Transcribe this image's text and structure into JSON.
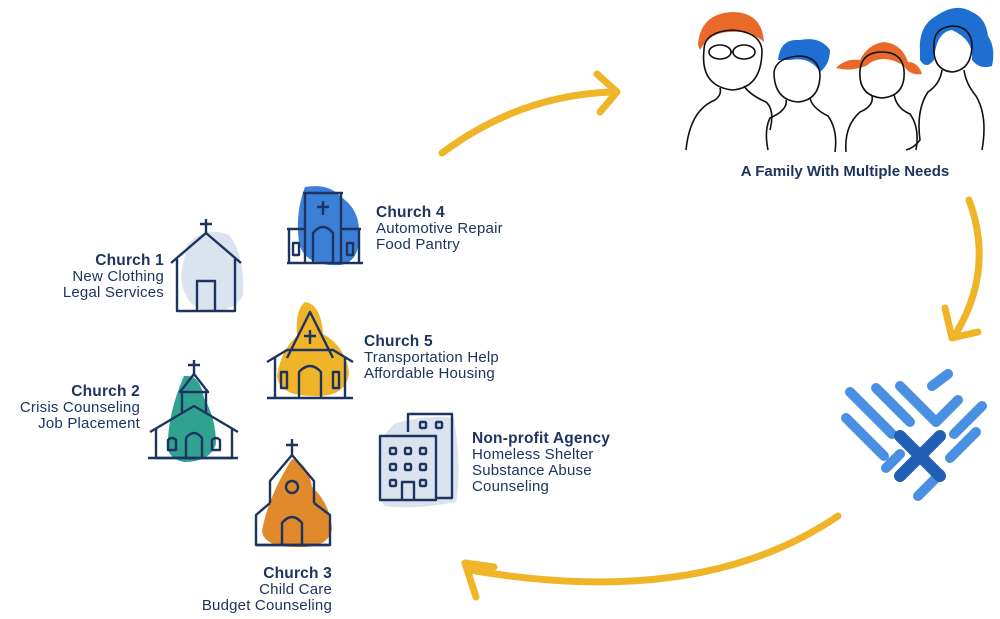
{
  "title": "Church and agency network serving a family",
  "colors": {
    "navy": "#1d3461",
    "arrow": "#f0b429",
    "church1_fill": "#dbe3ef",
    "church2_fill": "#2fa38f",
    "church3_fill": "#e08a2c",
    "church4_fill": "#3b7fd6",
    "church5_fill": "#f0b429",
    "agency_fill": "#dbe3ef",
    "orange_hair": "#e8692a",
    "blue_hair": "#1e6fd1",
    "logo_light": "#4a90e2",
    "logo_dark": "#1f5fb4"
  },
  "family": {
    "label": "A Family With Multiple Needs"
  },
  "providers": [
    {
      "id": "church1",
      "title": "Church 1",
      "services": [
        "New Clothing",
        "Legal Services"
      ]
    },
    {
      "id": "church2",
      "title": "Church 2",
      "services": [
        "Crisis Counseling",
        "Job Placement"
      ]
    },
    {
      "id": "church3",
      "title": "Church 3",
      "services": [
        "Child Care",
        "Budget Counseling"
      ]
    },
    {
      "id": "church4",
      "title": "Church 4",
      "services": [
        "Automotive Repair",
        "Food Pantry"
      ]
    },
    {
      "id": "church5",
      "title": "Church 5",
      "services": [
        "Transportation Help",
        "Affordable Housing"
      ]
    },
    {
      "id": "agency",
      "title": "Non-profit Agency",
      "services": [
        "Homeless Shelter",
        "Substance Abuse",
        "Counseling"
      ]
    }
  ]
}
